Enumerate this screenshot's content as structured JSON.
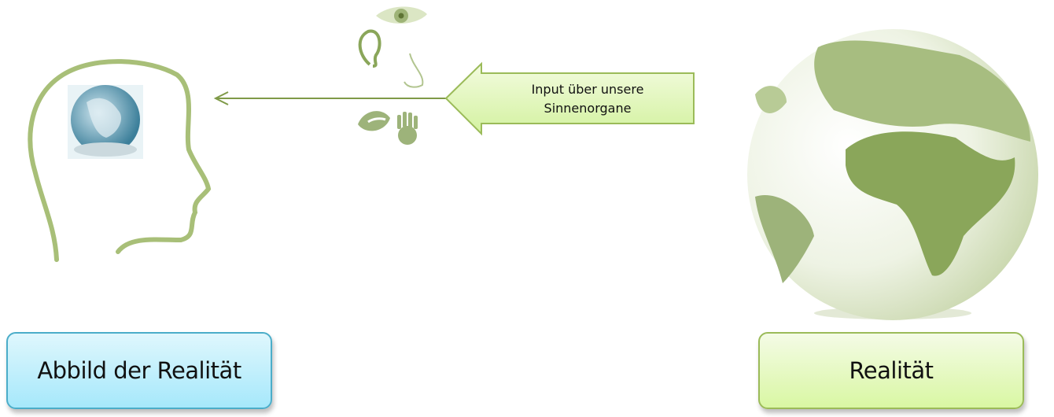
{
  "callout": {
    "label_line1": "Input über unsere",
    "label_line2": "Sinnenorgane"
  },
  "boxes": {
    "left_label": "Abbild der Realität",
    "right_label": "Realität"
  },
  "colors": {
    "accent_green": "#7f9a48",
    "blue_border": "#4badc9",
    "green_border": "#9bbb59"
  }
}
